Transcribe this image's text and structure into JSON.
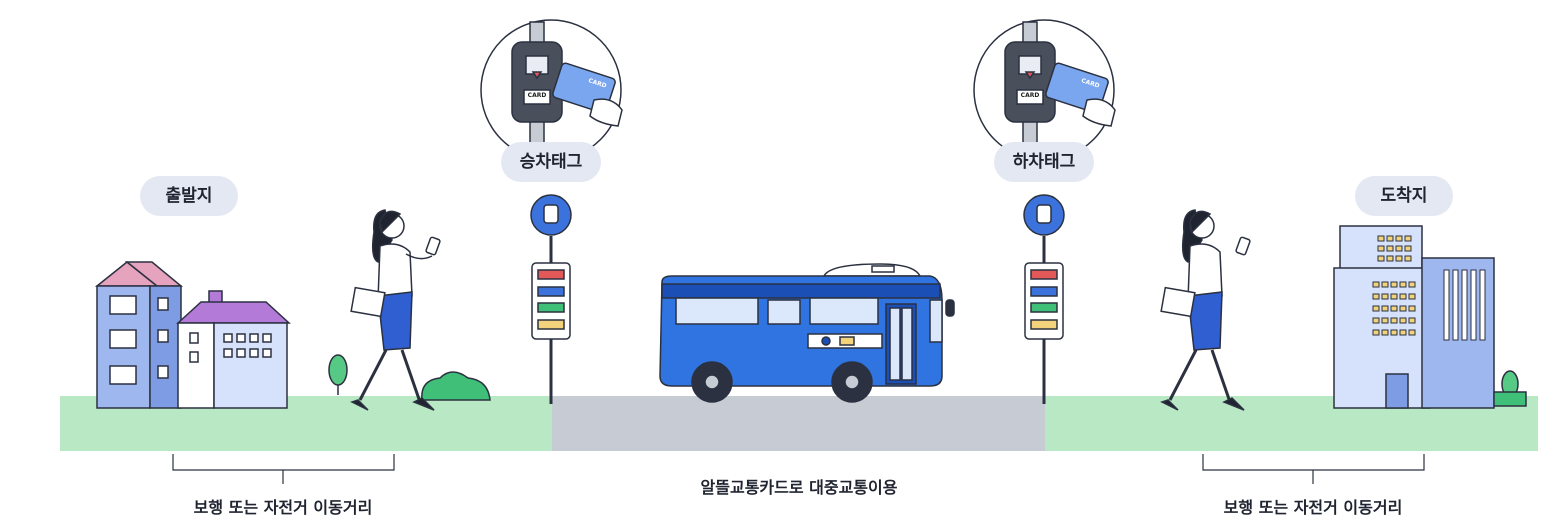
{
  "labels": {
    "departure": "출발지",
    "boarding_tag": "승차태그",
    "alighting_tag": "하차태그",
    "arrival": "도착지"
  },
  "captions": {
    "left": "보행 또는 자전거 이동거리",
    "center": "알뜰교통카드로 대중교통이용",
    "right": "보행 또는 자전거 이동거리"
  },
  "card_reader": {
    "card_slot_text": "CARD",
    "card_text": "CARD"
  },
  "colors": {
    "grass": "#b9e8c4",
    "road": "#c7cbd4",
    "bus": "#2f74e0",
    "bus_dark": "#1b4fb5",
    "pill_bg": "#e4e8f3",
    "stop_sign": "#3b72db"
  },
  "icons": [
    "bus-stop-icon",
    "card-reader-icon",
    "person-icon",
    "house-icon",
    "office-building-icon",
    "tree-icon",
    "bush-icon"
  ]
}
